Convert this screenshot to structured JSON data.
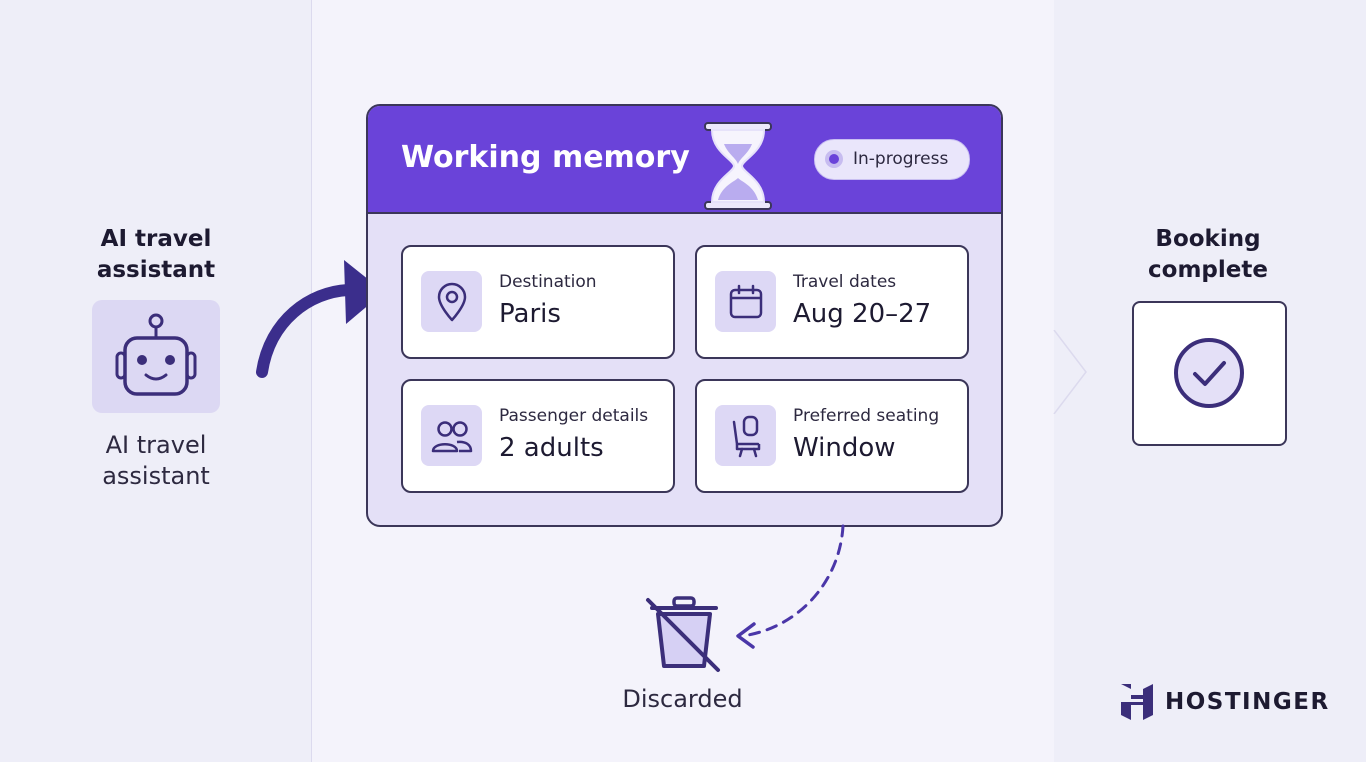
{
  "assistant": {
    "heading": "AI travel assistant",
    "heading_line1": "AI travel",
    "heading_line2": "assistant",
    "label_line1": "AI travel",
    "label_line2": "assistant",
    "icon": "robot-icon"
  },
  "memory": {
    "title": "Working memory",
    "status": "In-progress",
    "header_color": "#6a43d9",
    "cards": [
      {
        "label": "Destination",
        "value": "Paris",
        "icon": "map-pin-icon"
      },
      {
        "label": "Travel dates",
        "value": "Aug 20–27",
        "icon": "calendar-icon"
      },
      {
        "label": "Passenger details",
        "value": "2 adults",
        "icon": "users-icon"
      },
      {
        "label": "Preferred seating",
        "value": "Window",
        "icon": "seat-icon"
      }
    ]
  },
  "outcome": {
    "heading_line1": "Booking",
    "heading_line2": "complete",
    "icon": "check-circle-icon"
  },
  "discard": {
    "label": "Discarded",
    "icon": "trash-crossed-icon"
  },
  "brand": {
    "name": "HOSTINGER"
  }
}
